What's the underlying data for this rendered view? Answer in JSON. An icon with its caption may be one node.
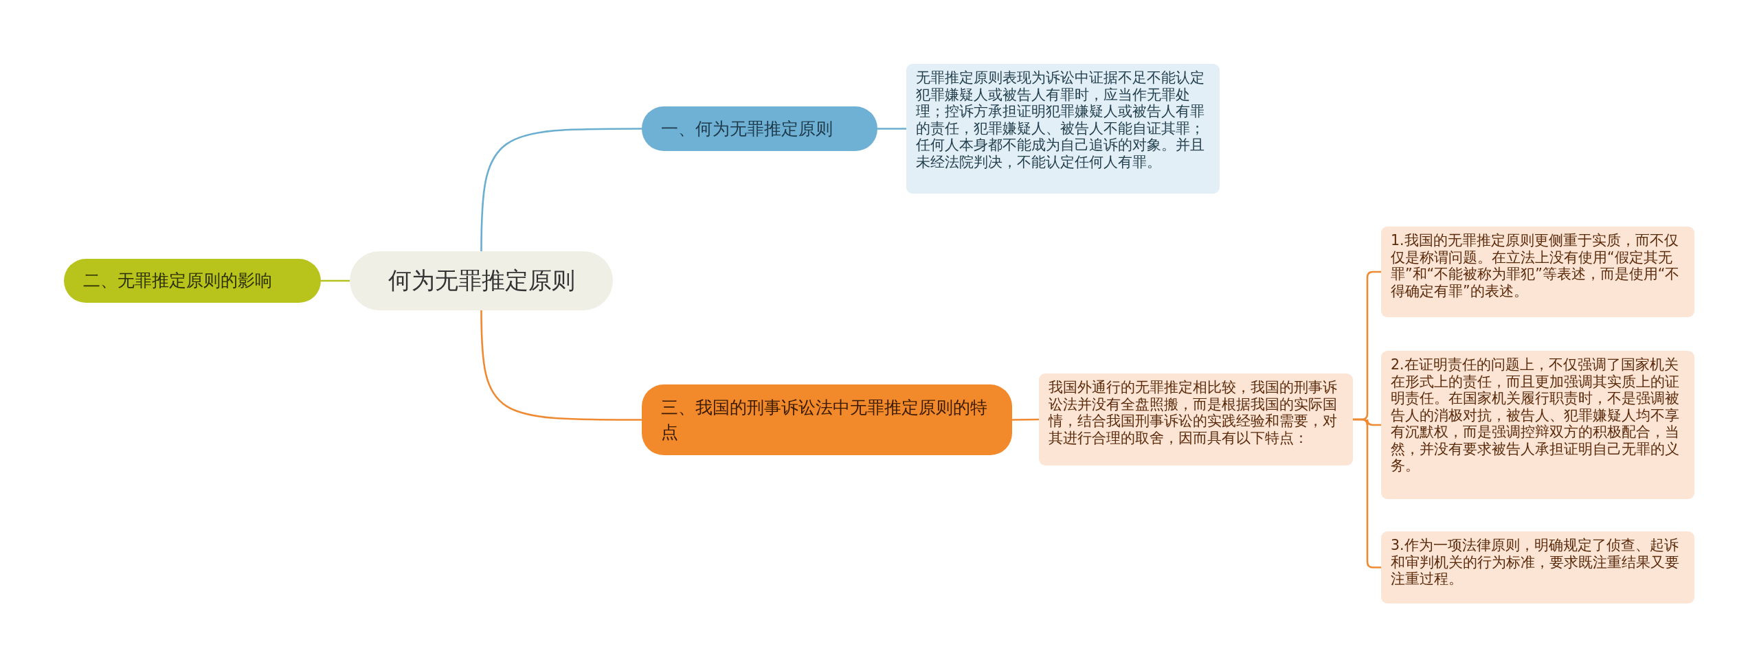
{
  "diagram": {
    "nodes": [
      {
        "text": [
          "何为无罪推定原则"
        ]
      },
      {
        "text": [
          "一、何为无罪推定原则"
        ]
      },
      {
        "text": [
          "无罪推定原则表现为诉讼中证据不足不能认定犯罪嫌疑人或被告人有罪时，应当作无罪处理；控诉方承担证明犯罪嫌疑人或被告人有罪的责任，犯罪嫌疑人、被告人不能自证其罪；任何人本身都不能成为自己追诉的对象。并且未经法院判决，不能认定任何人有罪。"
        ]
      },
      {
        "text": [
          "二、无罪推定原则的影响"
        ]
      },
      {
        "text": [
          "三、我国的刑事诉讼法中无罪推定原则的特点"
        ]
      },
      {
        "text": [
          "我国外通行的无罪推定相比较，我国的刑事诉讼法并没有全盘照搬，而是根据我国的实际国情，结合我国刑事诉讼的实践经验和需要，对其进行合理的取舍，因而具有以下特点："
        ]
      },
      {
        "text": [
          "1.我国的无罪推定原则更侧重于实质，而不仅仅是称谓问题。在立法上没有使用“假定其无罪”和“不能被称为罪犯”等表述，而是使用“不得确定有罪”的表述。"
        ]
      },
      {
        "text": [
          "2.在证明责任的问题上，不仅强调了国家机关在形式上的责任，而且更加强调其实质上的证明责任。在国家机关履行职责时，不是强调被告人的消极对抗，被告人、犯罪嫌疑人均不享有沉默权，而是强调控辩双方的积极配合，当然，并没有要求被告人承担证明自己无罪的义务。"
        ]
      },
      {
        "text": [
          "3.作为一项法律原则，明确规定了侦查、起诉和审判机关的行为标准，要求既注重结果又要注重过程。"
        ]
      }
    ],
    "edges": [
      {
        "from": 0,
        "to": 1,
        "arrow": "none",
        "color": "#6aaed0"
      },
      {
        "from": 1,
        "to": 2,
        "arrow": "none",
        "color": "#6aaed0"
      },
      {
        "from": 0,
        "to": 3,
        "arrow": "none",
        "color": "#b5c21c"
      },
      {
        "from": 0,
        "to": 4,
        "arrow": "none"
      },
      {
        "from": 4,
        "to": 5,
        "arrow": "none"
      },
      {
        "from": 5,
        "to": 6,
        "arrow": "none"
      },
      {
        "from": 5,
        "to": 7,
        "arrow": "none"
      },
      {
        "from": 5,
        "to": 8,
        "arrow": "none"
      }
    ]
  }
}
